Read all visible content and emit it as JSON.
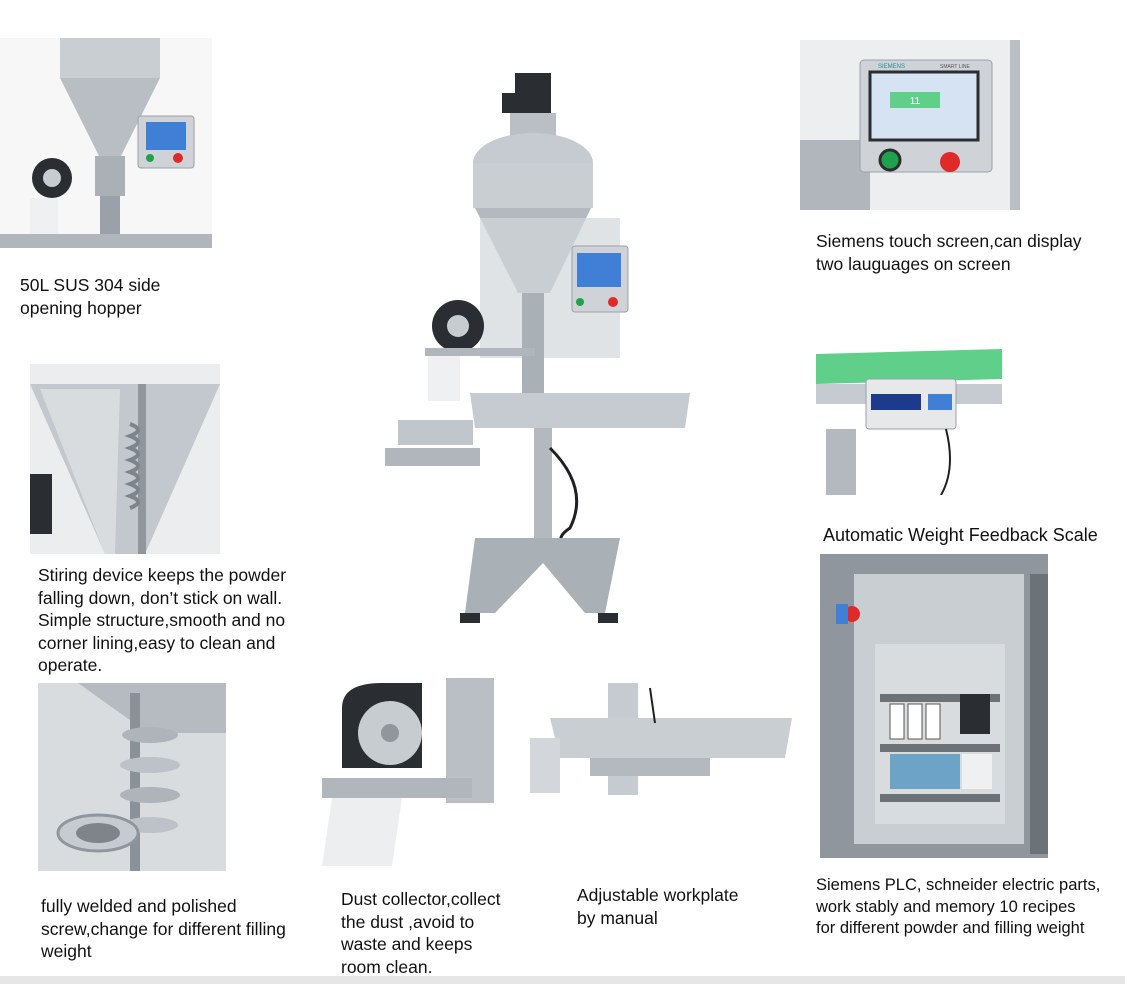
{
  "captions": {
    "hopper": "50L SUS 304 side\nopening hopper",
    "stirring": "Stiring device keeps the powder\nfalling down, don’t stick on wall.\nSimple structure,smooth and no\ncorner lining,easy to clean and\noperate.",
    "screw": "fully welded and polished\nscrew,change for different filling\nweight",
    "dust": "Dust collector,collect\nthe dust ,avoid to\nwaste and keeps\nroom clean.",
    "workplate": "Adjustable workplate\nby manual",
    "touchscreen": "Siemens touch screen,can display\ntwo lauguages on screen",
    "scale_title": "Automatic Weight Feedback Scale",
    "plc": "Siemens PLC, schneider electric parts,\nwork stably and memory 10 recipes\nfor different powder and filling weight"
  },
  "screen": {
    "brand": "SIEMENS",
    "model": "SMART LINE",
    "value": "11"
  },
  "colors": {
    "steel": "#c7ccd1",
    "steel_dark": "#8f969d",
    "belt_green": "#5fcf8a",
    "button_red": "#e02a2a",
    "button_green": "#1fa34a",
    "screen_blue": "#3f7fd6",
    "motor_black": "#2a2d31"
  }
}
